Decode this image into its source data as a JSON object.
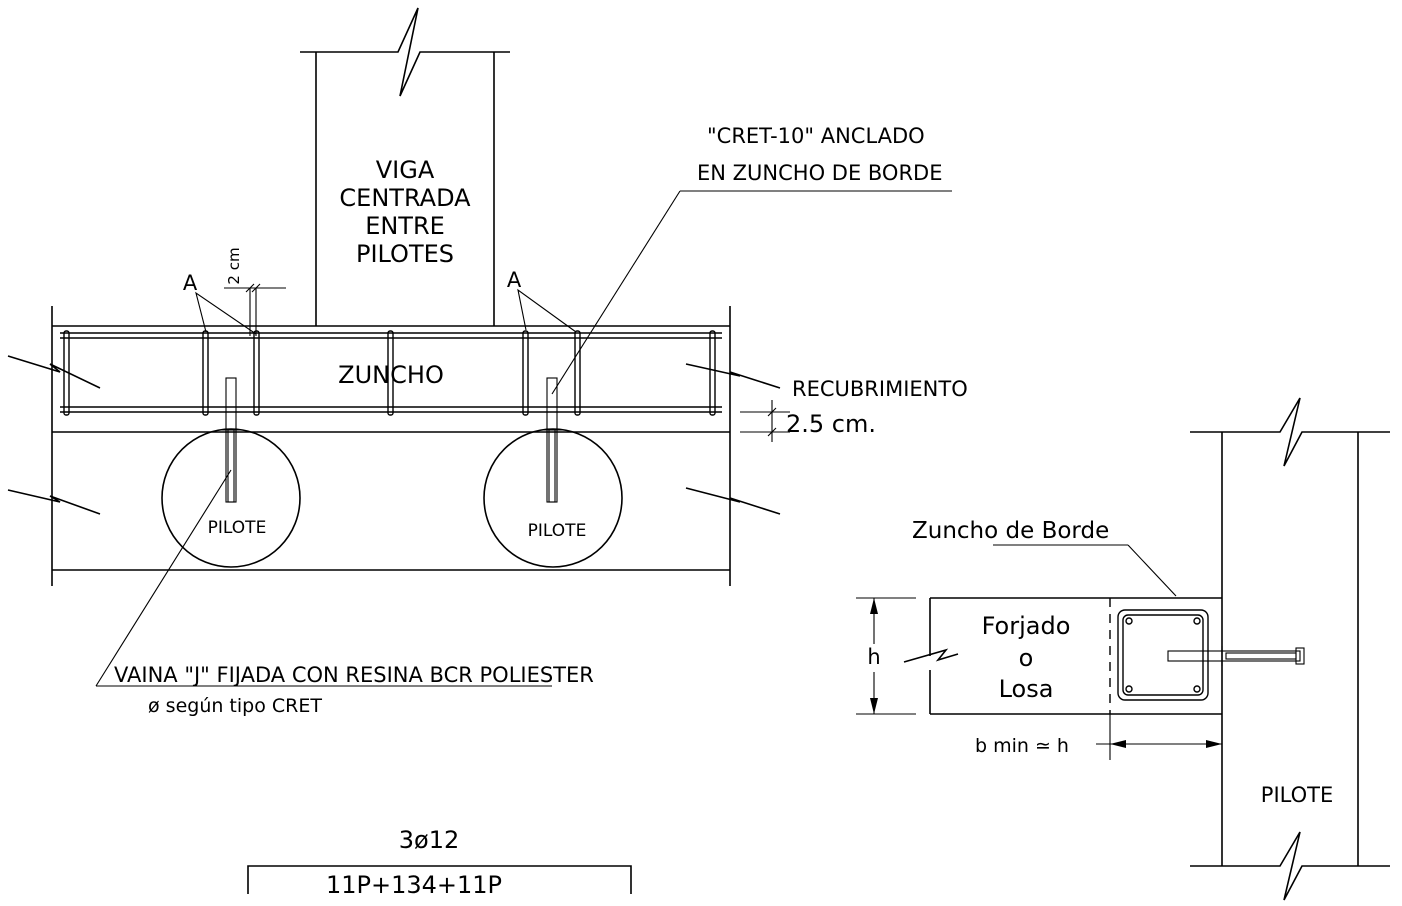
{
  "main_detail": {
    "beam_label": [
      "VIGA",
      "CENTRADA",
      "ENTRE",
      "PILOTES"
    ],
    "tie_beam_label": "ZUNCHO",
    "pile_left_label": "PILOTE",
    "pile_right_label": "PILOTE",
    "marker_left": "A",
    "marker_right": "A",
    "spacing_label": "2 cm",
    "anchor_note": [
      "\"CRET-10\" ANCLADO",
      "EN ZUNCHO DE BORDE"
    ],
    "cover_note": [
      "RECUBRIMIENTO",
      "2.5  cm."
    ],
    "sleeve_note": "VAINA \"J\" FIJADA CON RESINA BCR POLIESTER",
    "sleeve_subnote": "ø según tipo CRET"
  },
  "reinforcement": {
    "top": "3ø12",
    "bottom": "11P+134+11P"
  },
  "section_detail": {
    "edge_beam_label": "Zuncho de Borde",
    "slab_label": [
      "Forjado",
      "o",
      "Losa"
    ],
    "height_label": "h",
    "width_label": "b min ≃ h",
    "pile_label": "PILOTE"
  }
}
